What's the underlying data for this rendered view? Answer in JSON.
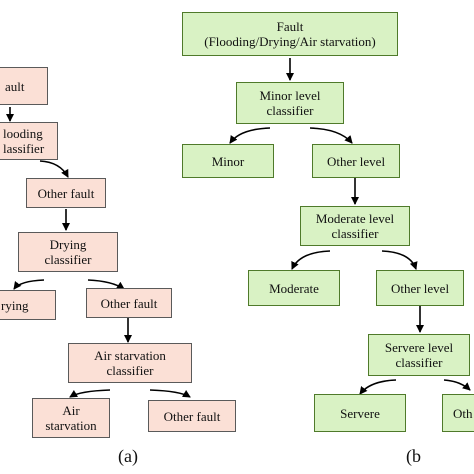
{
  "panel_a": {
    "fault": "ault",
    "flooding_classifier": [
      "looding",
      "lassifier"
    ],
    "other_fault_1": "Other fault",
    "drying_classifier": [
      "Drying",
      "classifier"
    ],
    "drying": "rying",
    "other_fault_2": "Other fault",
    "air_starvation_classifier": [
      "Air starvation",
      "classifier"
    ],
    "air_starvation": [
      "Air",
      "starvation"
    ],
    "other_fault_3": "Other fault",
    "caption": "(a)",
    "box_color": "#fbe0d6"
  },
  "panel_b": {
    "fault": [
      "Fault",
      "(Flooding/Drying/Air starvation)"
    ],
    "minor_classifier": [
      "Minor level",
      "classifier"
    ],
    "minor": "Minor",
    "other_level_1": "Other level",
    "moderate_classifier": [
      "Moderate level",
      "classifier"
    ],
    "moderate": "Moderate",
    "other_level_2": "Other level",
    "severe_classifier": [
      "Servere level",
      "classifier"
    ],
    "severe": "Servere",
    "other_cut": "Oth",
    "caption": "(b",
    "box_color": "#d9f2c4"
  }
}
